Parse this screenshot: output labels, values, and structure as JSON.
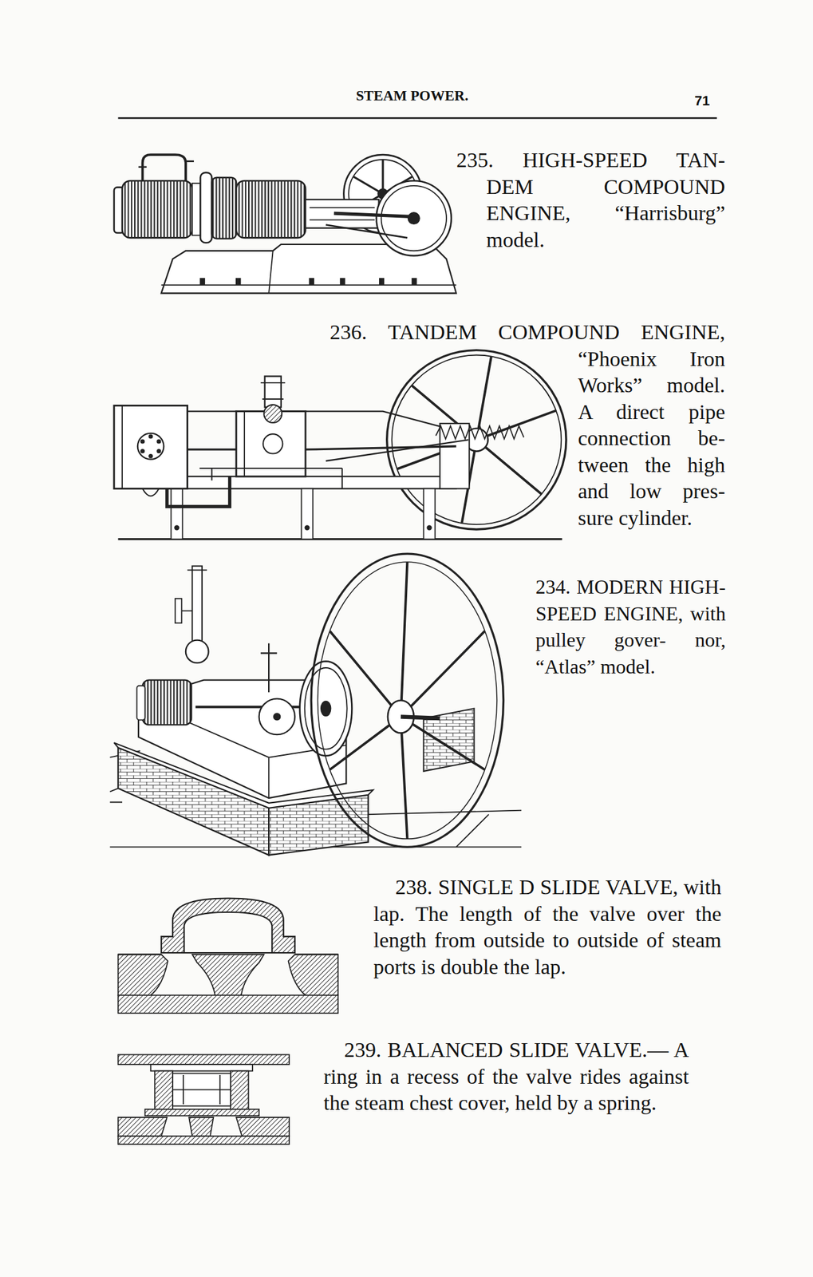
{
  "diagram": {
    "title": "STEAM POWER.",
    "labels": [
      "71",
      "235. HIGH-SPEED TAN- DEM COMPOUND ENGINE, “Harrisburg” model.",
      "236. TANDEM COMPOUND ENGINE, “Phoenix Iron Works” model. A direct pipe connection be- tween the high and low pres- sure cylinder.",
      "234. MODERN HIGH- SPEED ENGINE, with pulley gover- nor, “Atlas” model.",
      "238. SINGLE D SLIDE VALVE, with lap. The length of the valve over the length from outside to outside of steam ports is double the lap.",
      "239. BALANCED SLIDE VALVE.— A ring in a recess of the valve rides against the steam chest cover, held by a spring."
    ]
  }
}
